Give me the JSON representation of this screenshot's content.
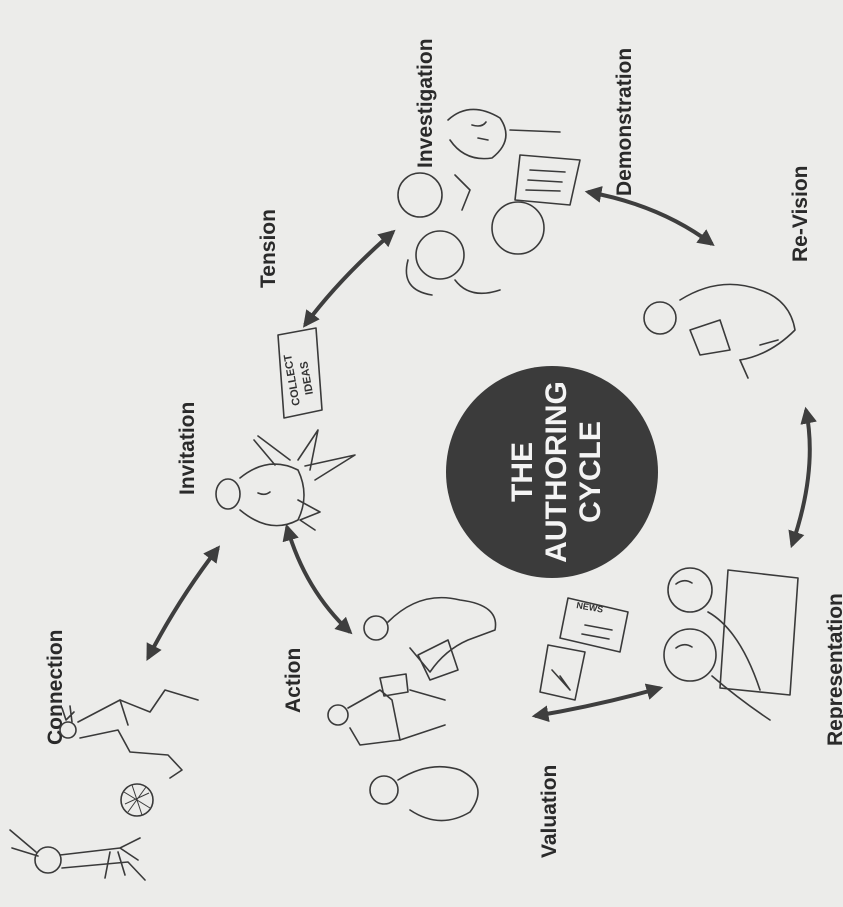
{
  "diagram": {
    "center": {
      "lines": [
        "THE",
        "AUTHORING",
        "CYCLE"
      ],
      "fill_color": "#3b3b3b",
      "text_color": "#f4f4f4"
    },
    "stages": {
      "connection": "Connection",
      "invitation": "Invitation",
      "tension": "Tension",
      "investigation": "Investigation",
      "demonstration": "Demonstration",
      "revision": "Re-Vision",
      "representation": "Representation",
      "valuation": "Valuation",
      "action": "Action"
    },
    "sketch_notes": {
      "collect_line1": "COLLECT",
      "collect_line2": "IDEAS",
      "news": "NEWS"
    },
    "background_color": "#ececea",
    "arrow_color": "#3e3e3e"
  }
}
